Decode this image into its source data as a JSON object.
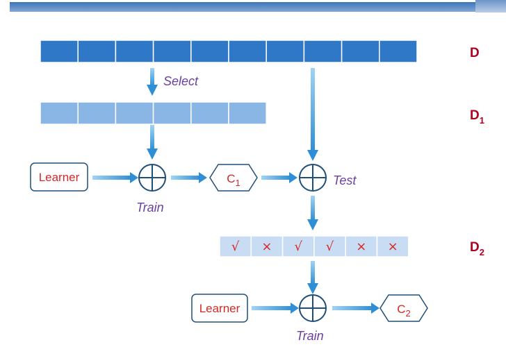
{
  "sets": {
    "d": {
      "main": "D",
      "sub": ""
    },
    "d1": {
      "main": "D",
      "sub": "1"
    },
    "d2": {
      "main": "D",
      "sub": "2"
    }
  },
  "labels": {
    "select": "Select",
    "train1": "Train",
    "test": "Test",
    "train2": "Train"
  },
  "nodes": {
    "learner1": "Learner",
    "learner2": "Learner",
    "c1": {
      "main": "C",
      "sub": "1"
    },
    "c2": {
      "main": "C",
      "sub": "2"
    }
  },
  "d_cells": 10,
  "d1_cells": 6,
  "d2_marks": [
    "√",
    "×",
    "√",
    "√",
    "×",
    "×"
  ],
  "colors": {
    "d_bar": "#2f78c8",
    "d1_bar": "#8ab6e6",
    "d2_bar": "#c8ddf3",
    "arrow": "#3a9bdc",
    "accent_red": "#b00020",
    "label_purple": "#6b3fa0",
    "node_border": "#1f4e79"
  }
}
